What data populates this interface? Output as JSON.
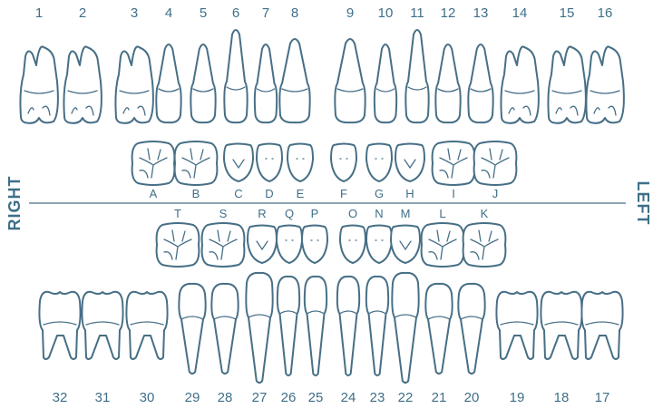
{
  "side_labels": {
    "right": "RIGHT",
    "left": "LEFT"
  },
  "colors": {
    "ink": "#476f86",
    "text": "#3f6f88",
    "background": "#ffffff"
  },
  "upper_permanent": [
    {
      "label": "1",
      "type": "molar"
    },
    {
      "label": "2",
      "type": "molar"
    },
    {
      "label": "3",
      "type": "molar"
    },
    {
      "label": "4",
      "type": "premolar"
    },
    {
      "label": "5",
      "type": "premolar"
    },
    {
      "label": "6",
      "type": "canine"
    },
    {
      "label": "7",
      "type": "lateral-incisor"
    },
    {
      "label": "8",
      "type": "central-incisor"
    },
    {
      "label": "9",
      "type": "central-incisor"
    },
    {
      "label": "10",
      "type": "lateral-incisor"
    },
    {
      "label": "11",
      "type": "canine"
    },
    {
      "label": "12",
      "type": "premolar"
    },
    {
      "label": "13",
      "type": "premolar"
    },
    {
      "label": "14",
      "type": "molar"
    },
    {
      "label": "15",
      "type": "molar"
    },
    {
      "label": "16",
      "type": "molar"
    }
  ],
  "upper_primary": [
    {
      "label": "A",
      "type": "molar"
    },
    {
      "label": "B",
      "type": "molar"
    },
    {
      "label": "C",
      "type": "canine"
    },
    {
      "label": "D",
      "type": "incisor"
    },
    {
      "label": "E",
      "type": "incisor"
    },
    {
      "label": "F",
      "type": "incisor"
    },
    {
      "label": "G",
      "type": "incisor"
    },
    {
      "label": "H",
      "type": "canine"
    },
    {
      "label": "I",
      "type": "molar"
    },
    {
      "label": "J",
      "type": "molar"
    }
  ],
  "lower_primary": [
    {
      "label": "T",
      "type": "molar"
    },
    {
      "label": "S",
      "type": "molar"
    },
    {
      "label": "R",
      "type": "canine"
    },
    {
      "label": "Q",
      "type": "incisor"
    },
    {
      "label": "P",
      "type": "incisor"
    },
    {
      "label": "O",
      "type": "incisor"
    },
    {
      "label": "N",
      "type": "incisor"
    },
    {
      "label": "M",
      "type": "canine"
    },
    {
      "label": "L",
      "type": "molar"
    },
    {
      "label": "K",
      "type": "molar"
    }
  ],
  "lower_permanent": [
    {
      "label": "32",
      "type": "molar"
    },
    {
      "label": "31",
      "type": "molar"
    },
    {
      "label": "30",
      "type": "molar"
    },
    {
      "label": "29",
      "type": "premolar"
    },
    {
      "label": "28",
      "type": "premolar"
    },
    {
      "label": "27",
      "type": "canine"
    },
    {
      "label": "26",
      "type": "incisor"
    },
    {
      "label": "25",
      "type": "incisor"
    },
    {
      "label": "24",
      "type": "incisor"
    },
    {
      "label": "23",
      "type": "incisor"
    },
    {
      "label": "22",
      "type": "canine"
    },
    {
      "label": "21",
      "type": "premolar"
    },
    {
      "label": "20",
      "type": "premolar"
    },
    {
      "label": "19",
      "type": "molar"
    },
    {
      "label": "18",
      "type": "molar"
    },
    {
      "label": "17",
      "type": "molar"
    }
  ]
}
